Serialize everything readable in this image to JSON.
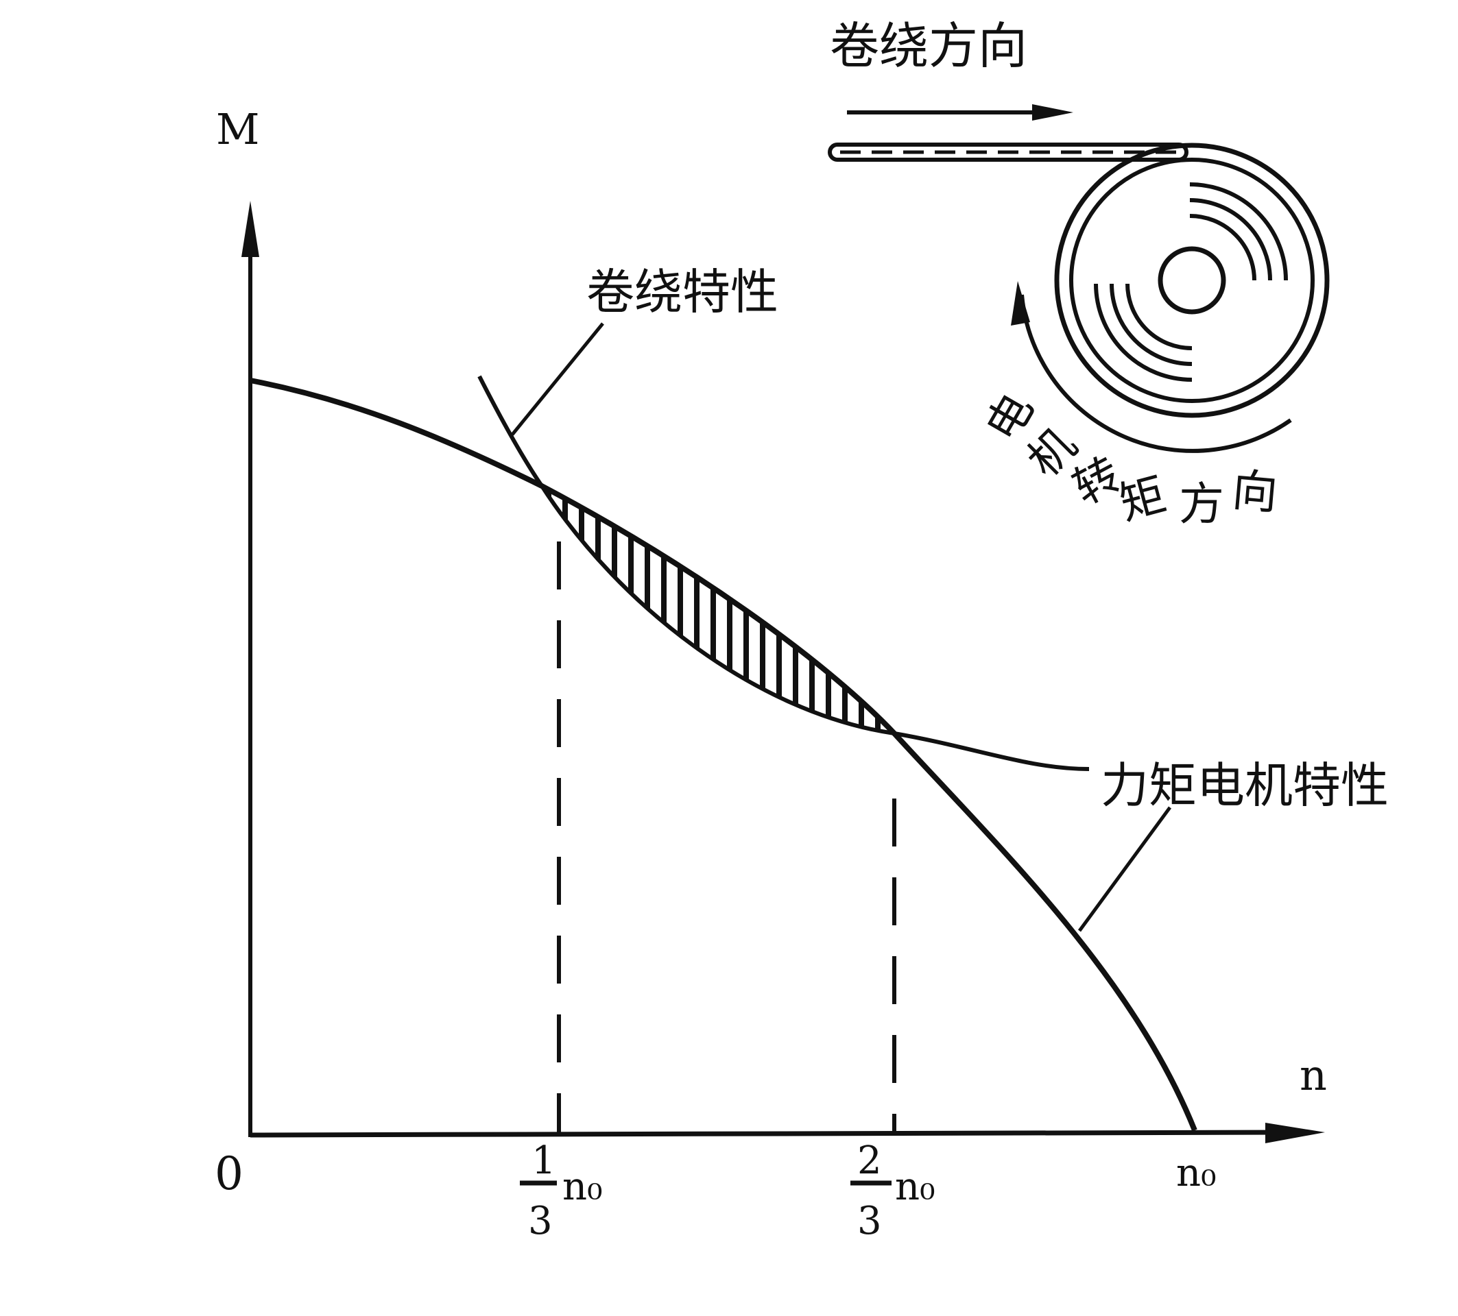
{
  "chart_data": {
    "type": "line",
    "title": "",
    "xlabel": "n",
    "ylabel": "M",
    "origin_label": "0",
    "x_ticks": [
      {
        "value": 0.3333,
        "numerator": "1",
        "denominator": "3",
        "suffix": "n₀"
      },
      {
        "value": 0.6667,
        "numerator": "2",
        "denominator": "3",
        "suffix": "n₀"
      },
      {
        "value": 1.0,
        "label": "n₀"
      }
    ],
    "x_unit": "n₀",
    "xlim": [
      0,
      1.1
    ],
    "series": [
      {
        "name": "力矩电机特性",
        "x": [
          0,
          0.333,
          0.667,
          0.85,
          1.0
        ],
        "y": [
          0.9,
          0.77,
          0.53,
          0.27,
          0.0
        ]
      },
      {
        "name": "卷绕特性",
        "x": [
          0.22,
          0.333,
          0.667,
          0.88
        ],
        "y": [
          0.92,
          0.77,
          0.53,
          0.49
        ]
      }
    ],
    "shaded_region": {
      "x_from": 0.333,
      "x_to": 0.667,
      "pattern": "vertical-hatch"
    },
    "grid": false,
    "legend": "none"
  },
  "labels": {
    "winding_characteristic": "卷绕特性",
    "torque_motor_characteristic": "力矩电机特性",
    "winding_direction": "卷绕方向",
    "motor_torque_direction": "电机转矩方向"
  },
  "colors": {
    "ink": "#111111",
    "background": "#ffffff"
  }
}
